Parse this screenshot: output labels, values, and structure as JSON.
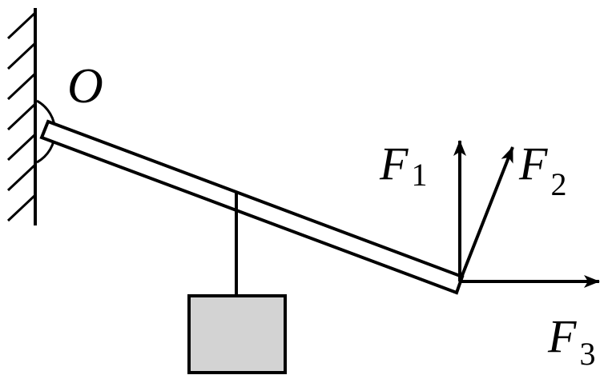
{
  "pivot_label": "O",
  "forces": [
    {
      "symbol": "F",
      "subscript": "1"
    },
    {
      "symbol": "F",
      "subscript": "2"
    },
    {
      "symbol": "F",
      "subscript": "3"
    }
  ],
  "colors": {
    "line": "#000000",
    "weight_fill": "#d3d3d3",
    "background": "#ffffff"
  }
}
